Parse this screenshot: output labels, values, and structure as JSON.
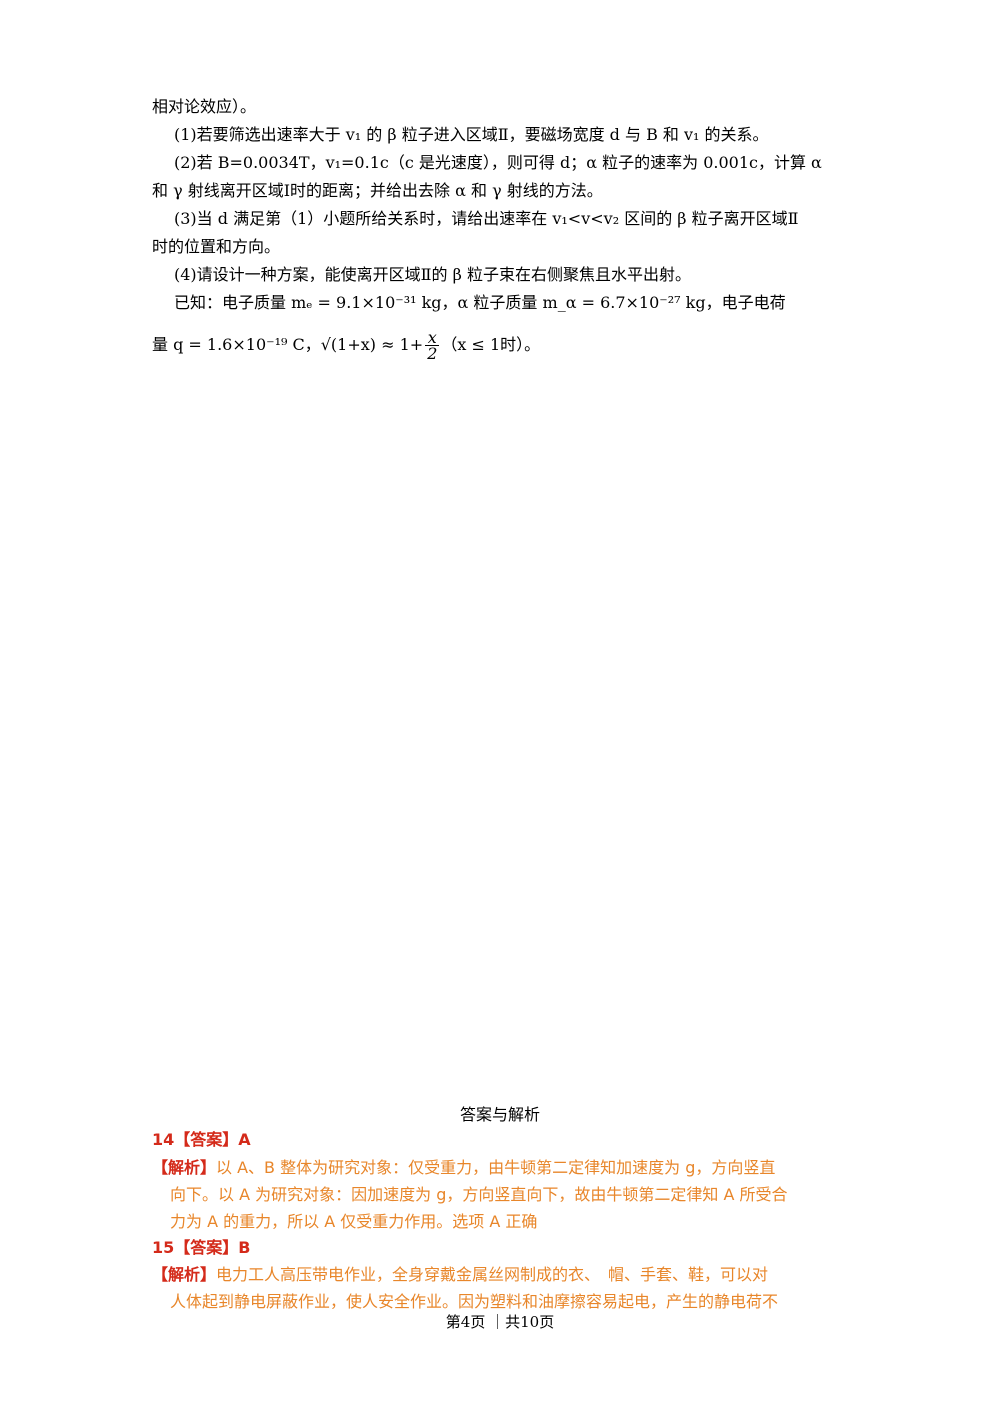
{
  "question": {
    "line0": "相对论效应）。",
    "p1": "(1)若要筛选出速率大于 v₁ 的 β 粒子进入区域Ⅱ，要磁场宽度 d 与 B 和 v₁ 的关系。",
    "p2a": "(2)若 B=0.0034T，v₁=0.1c（c 是光速度），则可得 d；α 粒子的速率为 0.001c，计算 α",
    "p2b": "和 γ 射线离开区域Ⅰ时的距离；并给出去除 α 和 γ 射线的方法。",
    "p3a": "(3)当 d 满足第（1）小题所给关系时，请给出速率在 v₁<v<v₂ 区间的 β 粒子离开区域Ⅱ",
    "p3b": "时的位置和方向。",
    "p4": "(4)请设计一种方案，能使离开区域Ⅱ的 β 粒子束在右侧聚焦且水平出射。",
    "known_a": "已知：电子质量 mₑ = 9.1×10⁻³¹ kg，α 粒子质量 m_α = 6.7×10⁻²⁷ kg，电子电荷",
    "known_b_1": "量 q = 1.6×10⁻¹⁹ C，√(1+x) ≈ 1+",
    "frac_num": "x",
    "frac_den": "2",
    "known_b_2": "（x ≤ 1时）。"
  },
  "answers": {
    "title": "答案与解析",
    "a14_num": "14",
    "a14_tag": "【答案】",
    "a14_val": "A",
    "a14_exp_tag": "【解析】",
    "a14_exp_1": "以 A、B 整体为研究对象：仅受重力，由牛顿第二定律知加速度为 g，方向竖直",
    "a14_exp_2": "向下。以 A 为研究对象：因加速度为 g，方向竖直向下，故由牛顿第二定律知 A 所受合",
    "a14_exp_3": "力为 A 的重力，所以 A 仅受重力作用。选项 A 正确",
    "a15_num": "15",
    "a15_tag": "【答案】",
    "a15_val": "B",
    "a15_exp_tag": "【解析】",
    "a15_exp_1": "电力工人高压带电作业，全身穿戴金属丝网制成的衣、　帽、手套、鞋，可以对",
    "a15_exp_2": "人体起到静电屏蔽作业，使人安全作业。因为塑料和油摩擦容易起电，产生的静电荷不"
  },
  "footer": "第4页 ｜共10页",
  "colors": {
    "answer_red": "#d42a1a",
    "explain_orange": "#e8862a"
  }
}
